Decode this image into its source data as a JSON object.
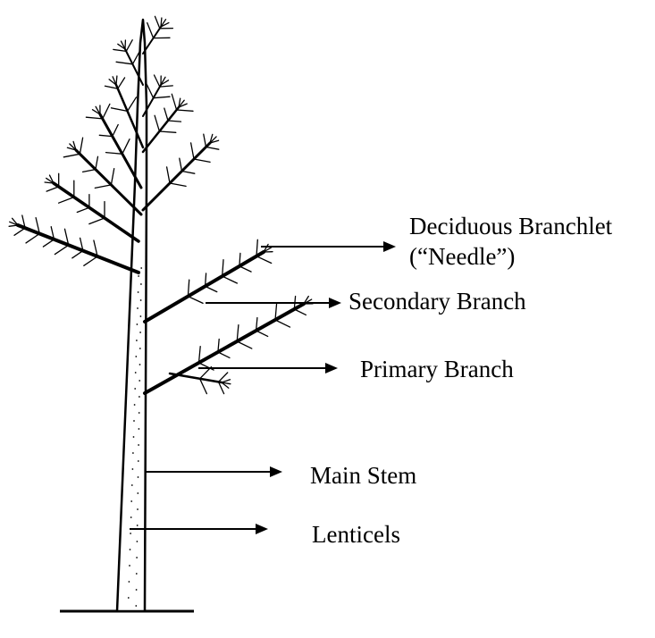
{
  "diagram": {
    "labels": {
      "deciduous_branchlet_line1": "Deciduous Branchlet",
      "deciduous_branchlet_line2": "(“Needle”)",
      "secondary_branch": "Secondary Branch",
      "primary_branch": "Primary Branch",
      "main_stem": "Main Stem",
      "lenticels": "Lenticels"
    },
    "colors": {
      "ink": "#000000",
      "background": "#ffffff"
    }
  }
}
